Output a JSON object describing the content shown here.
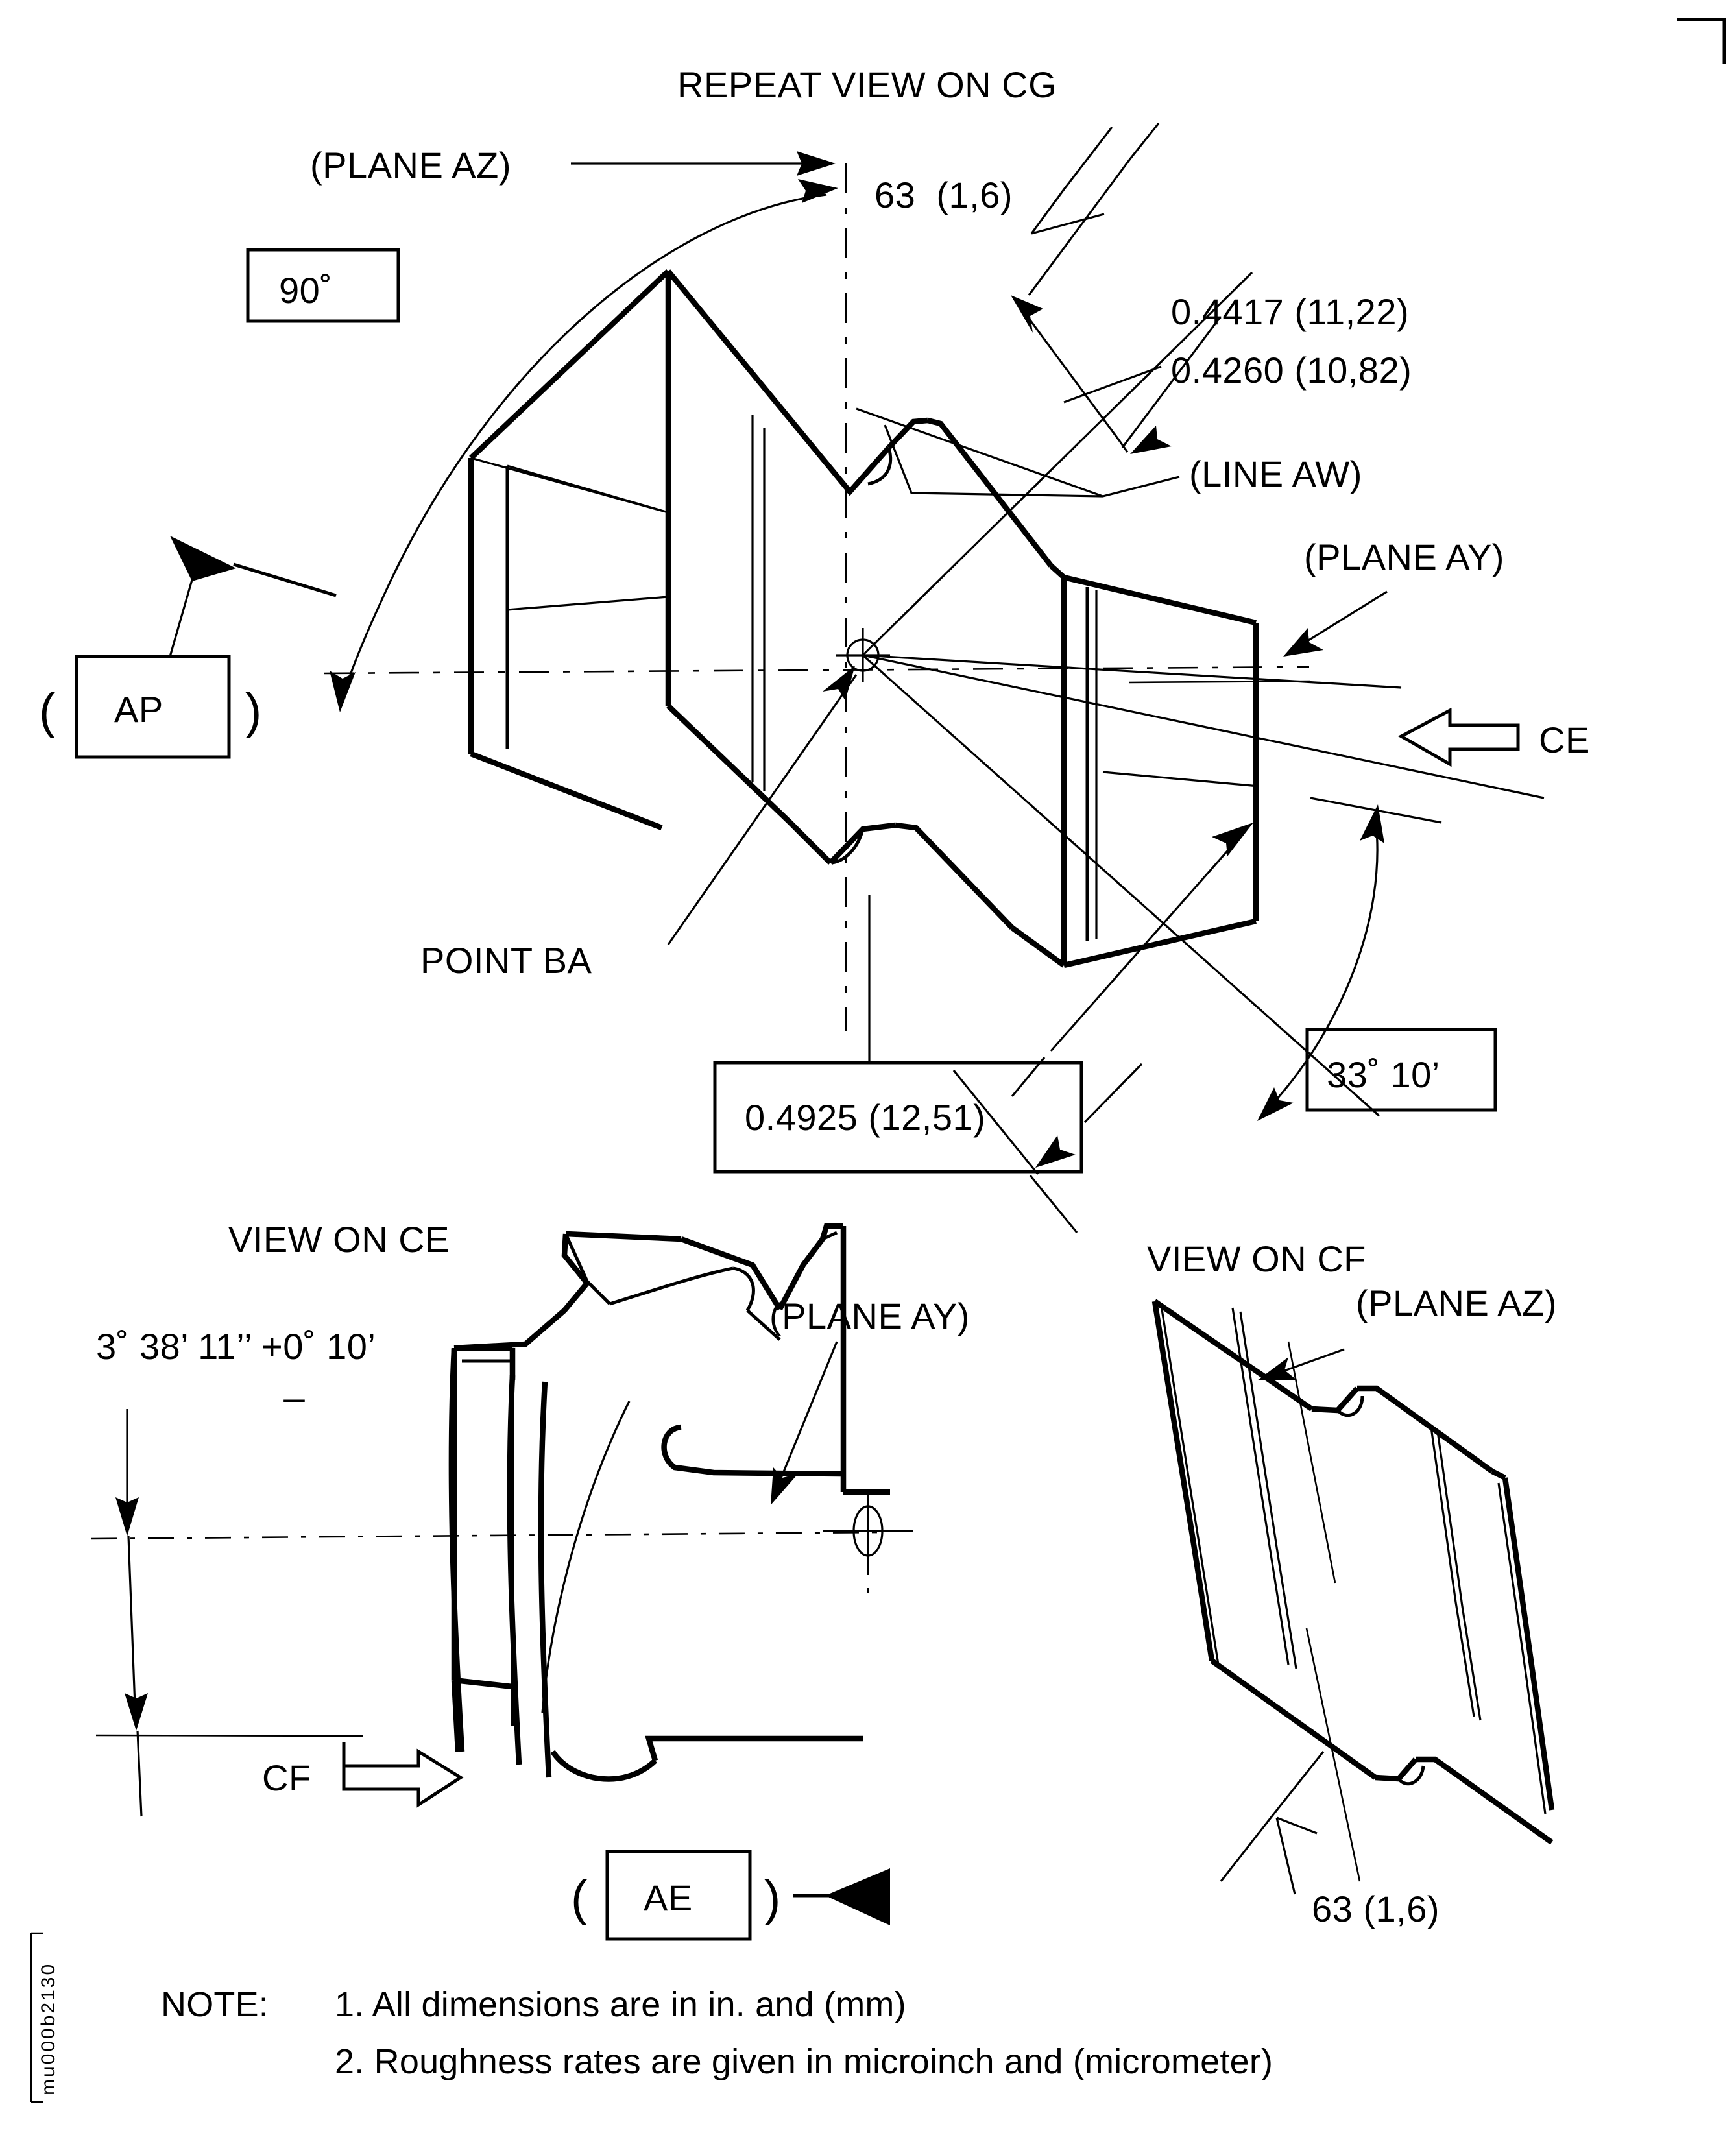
{
  "sheet": {
    "code_label": "mu000b2130"
  },
  "upper_view": {
    "title": "REPEAT VIEW ON CG",
    "plane_az_label": "(PLANE AZ)",
    "angle_box_90": "90˚",
    "datum_ap": "AP",
    "paren_open": "(",
    "paren_close": ")",
    "roughness_top": "63  (1,6)",
    "dim_upper_1": "0.4417 (11,22)",
    "dim_upper_2": "0.4260 (10,82)",
    "line_aw_label": "(LINE AW)",
    "plane_ay_label": "(PLANE AY)",
    "view_arrow_ce": "CE",
    "point_ba_label": "POINT BA",
    "dim_box_bottom": "0.4925 (12,51)",
    "angle_box_33": "33˚ 10’"
  },
  "view_on_ce": {
    "title": "VIEW ON CE",
    "angle_tolerance": "3˚ 38’ 11’’ +0˚ 10’",
    "tolerance_minus_mark": "_",
    "plane_ay_label": "(PLANE AY)",
    "view_arrow_cf": "CF",
    "datum_ae": "AE",
    "paren_open": "(",
    "paren_close": ")"
  },
  "view_on_cf": {
    "title": "VIEW ON CF",
    "plane_az_label": "(PLANE AZ)",
    "roughness_bottom": "63 (1,6)"
  },
  "notes": {
    "heading": "NOTE:",
    "items": [
      "1. All dimensions are in in. and (mm)",
      "2. Roughness rates are given in microinch and (micrometer)"
    ]
  },
  "colors": {
    "ink": "#000000",
    "paper": "#ffffff"
  }
}
